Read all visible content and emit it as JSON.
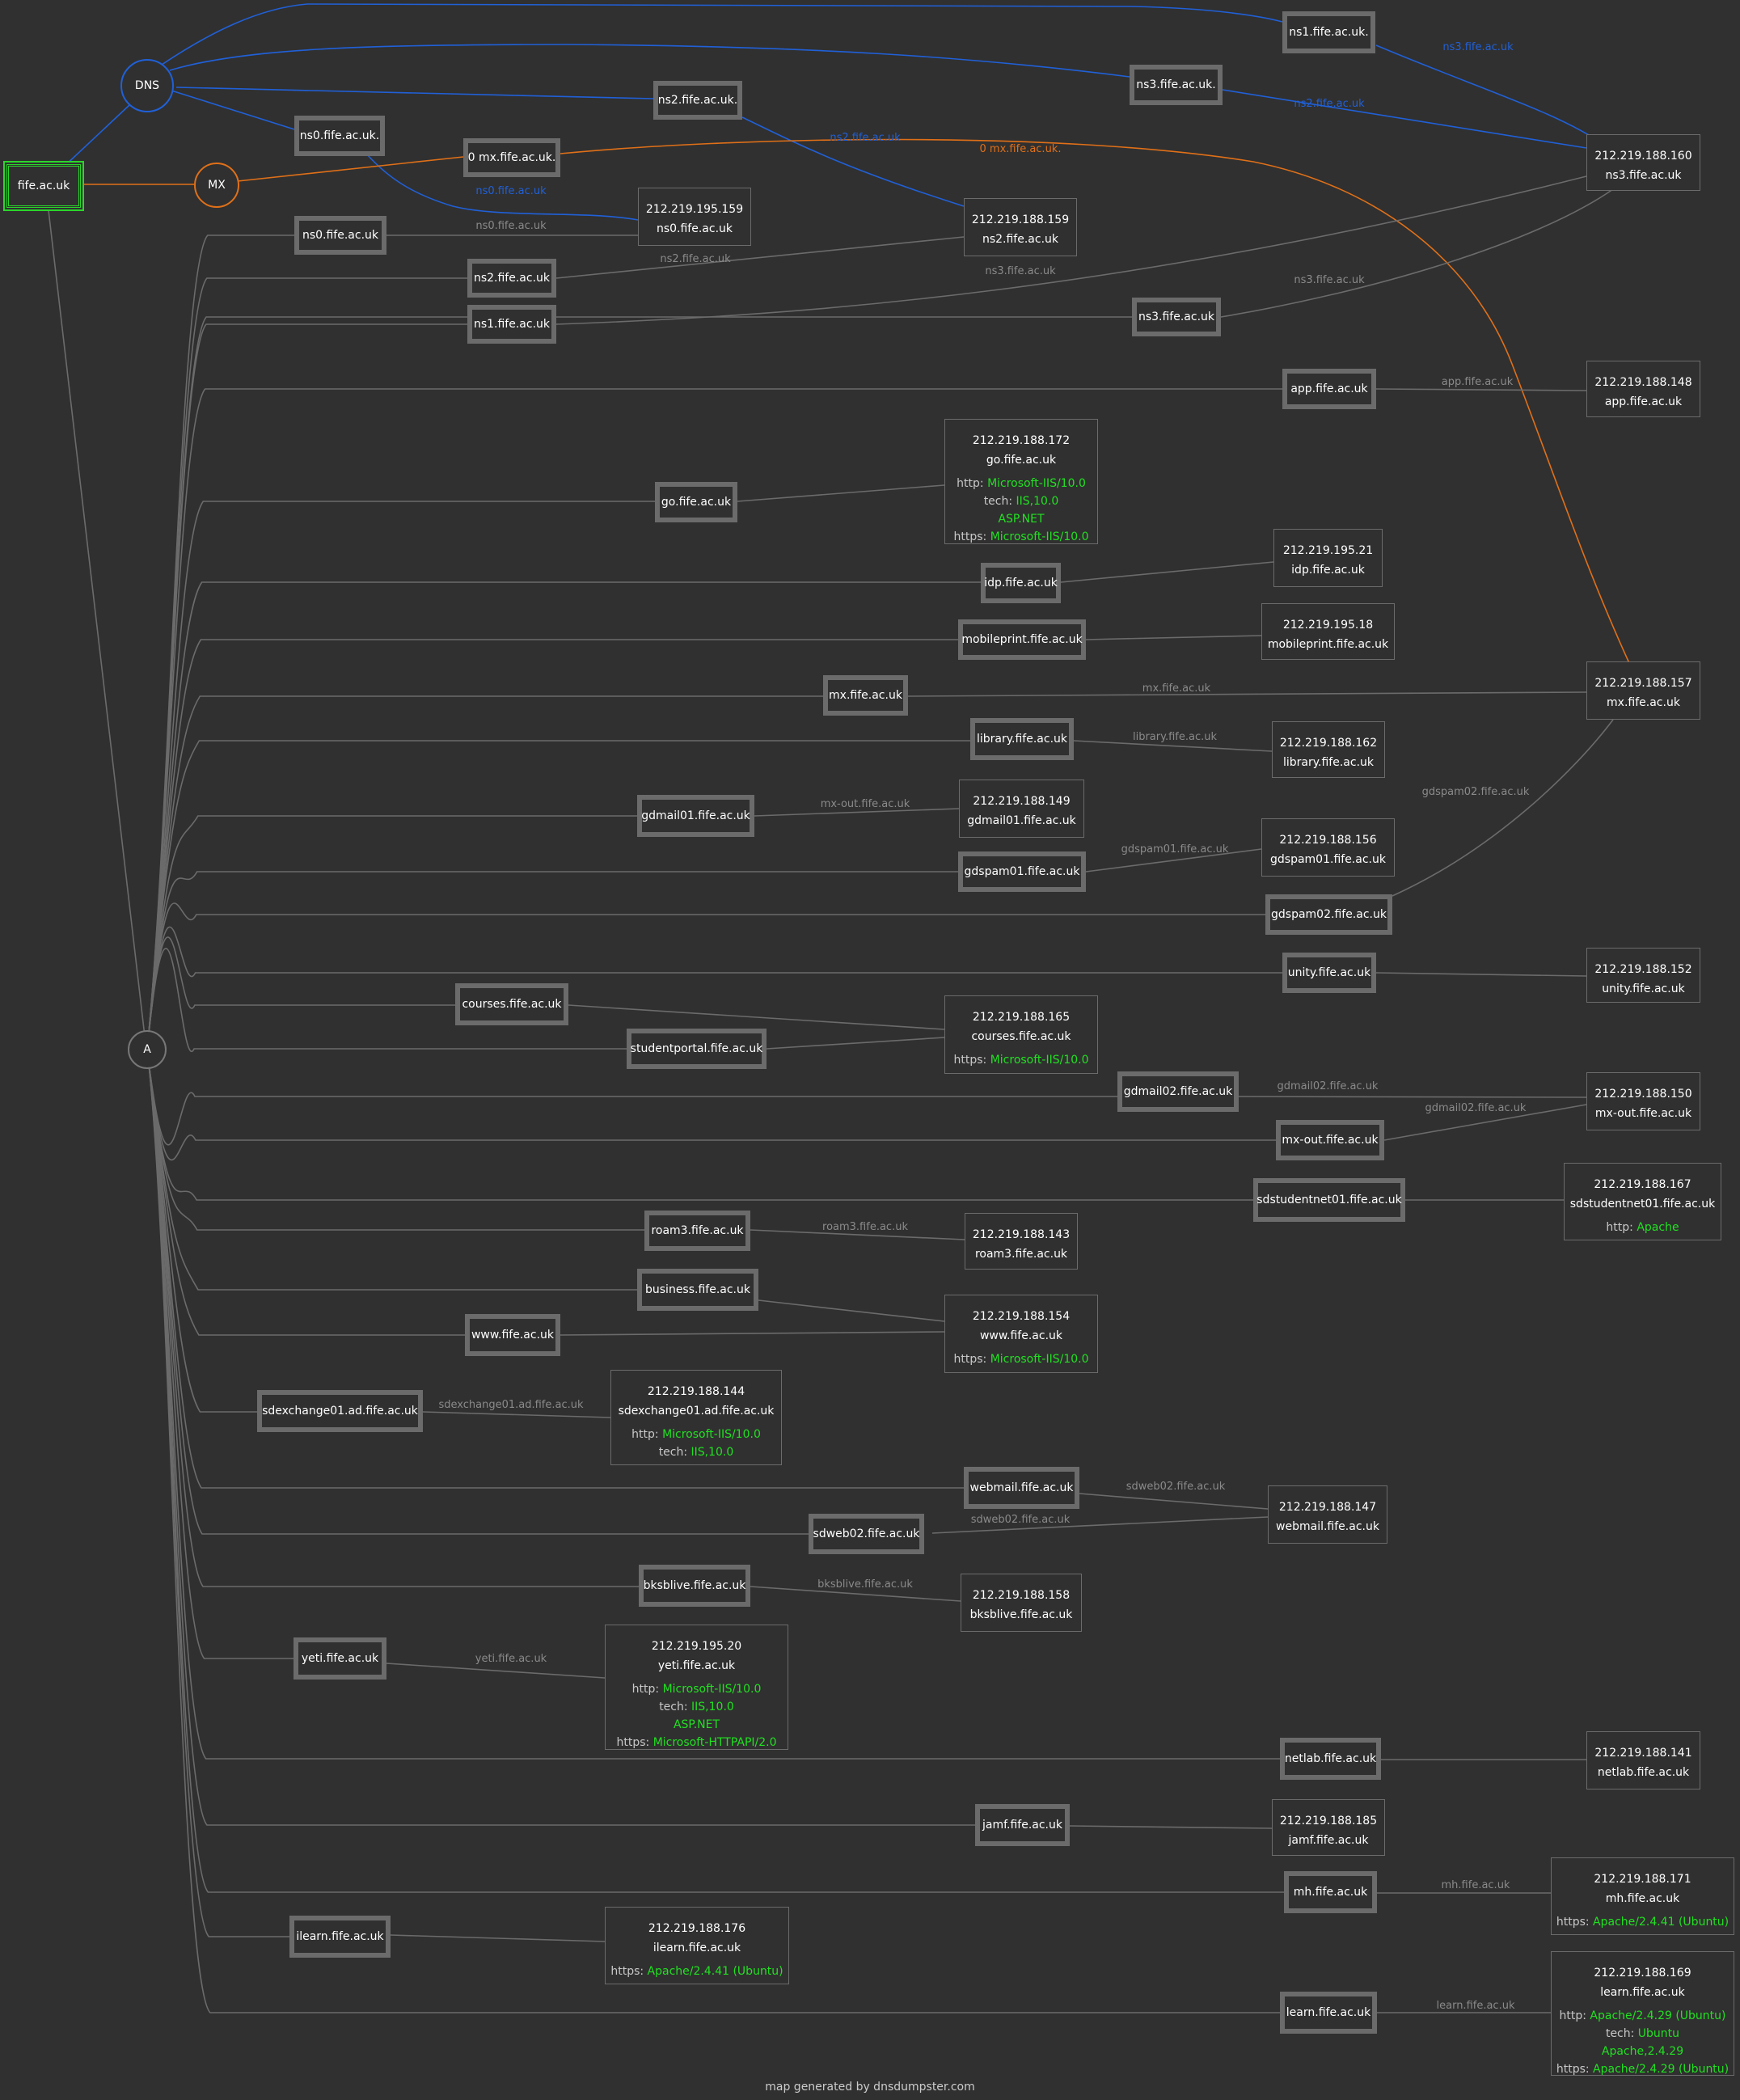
{
  "colors": {
    "background": "#303030",
    "a_edge": "#6b6b6b",
    "dns_edge": "#2060d8",
    "mx_edge": "#e07018",
    "root_border": "#2bd62b",
    "service_value": "#22e022"
  },
  "root": {
    "label": "fife.ac.uk"
  },
  "types": {
    "dns": "DNS",
    "mx": "MX",
    "a": "A"
  },
  "hosts": {
    "ns1dns": "ns1.fife.ac.uk.",
    "ns3dns": "ns3.fife.ac.uk.",
    "ns2dns": "ns2.fife.ac.uk.",
    "ns0dns": "ns0.fife.ac.uk.",
    "mx0": "0 mx.fife.ac.uk.",
    "ns0a": "ns0.fife.ac.uk",
    "ns2a": "ns2.fife.ac.uk",
    "ns1a": "ns1.fife.ac.uk",
    "ns3a": "ns3.fife.ac.uk",
    "app": "app.fife.ac.uk",
    "go": "go.fife.ac.uk",
    "idp": "idp.fife.ac.uk",
    "mobileprint": "mobileprint.fife.ac.uk",
    "mx": "mx.fife.ac.uk",
    "library": "library.fife.ac.uk",
    "gdmail01": "gdmail01.fife.ac.uk",
    "gdspam01": "gdspam01.fife.ac.uk",
    "gdspam02": "gdspam02.fife.ac.uk",
    "unity": "unity.fife.ac.uk",
    "courses": "courses.fife.ac.uk",
    "studentportal": "studentportal.fife.ac.uk",
    "gdmail02": "gdmail02.fife.ac.uk",
    "mxout": "mx-out.fife.ac.uk",
    "sdstudentnet01": "sdstudentnet01.fife.ac.uk",
    "roam3": "roam3.fife.ac.uk",
    "business": "business.fife.ac.uk",
    "www": "www.fife.ac.uk",
    "sdexchange01": "sdexchange01.ad.fife.ac.uk",
    "webmail": "webmail.fife.ac.uk",
    "sdweb02": "sdweb02.fife.ac.uk",
    "bksblive": "bksblive.fife.ac.uk",
    "yeti": "yeti.fife.ac.uk",
    "netlab": "netlab.fife.ac.uk",
    "jamf": "jamf.fife.ac.uk",
    "mh": "mh.fife.ac.uk",
    "ilearn": "ilearn.fife.ac.uk",
    "learn": "learn.fife.ac.uk"
  },
  "ips": {
    "ip160": {
      "ip": "212.219.188.160",
      "name": "ns3.fife.ac.uk"
    },
    "ip159b": {
      "ip": "212.219.195.159",
      "name": "ns0.fife.ac.uk"
    },
    "ip159a": {
      "ip": "212.219.188.159",
      "name": "ns2.fife.ac.uk"
    },
    "ip148": {
      "ip": "212.219.188.148",
      "name": "app.fife.ac.uk"
    },
    "ip172": {
      "ip": "212.219.188.172",
      "name": "go.fife.ac.uk",
      "services": [
        {
          "k": "http:",
          "v": [
            "Microsoft-IIS/10.0"
          ]
        },
        {
          "k": "tech:",
          "v": [
            "IIS,10.0",
            "ASP.NET"
          ]
        },
        {
          "k": "https:",
          "v": [
            "Microsoft-IIS/10.0"
          ]
        }
      ]
    },
    "ip21": {
      "ip": "212.219.195.21",
      "name": "idp.fife.ac.uk"
    },
    "ip18": {
      "ip": "212.219.195.18",
      "name": "mobileprint.fife.ac.uk"
    },
    "ip157": {
      "ip": "212.219.188.157",
      "name": "mx.fife.ac.uk"
    },
    "ip162": {
      "ip": "212.219.188.162",
      "name": "library.fife.ac.uk"
    },
    "ip149": {
      "ip": "212.219.188.149",
      "name": "gdmail01.fife.ac.uk"
    },
    "ip156": {
      "ip": "212.219.188.156",
      "name": "gdspam01.fife.ac.uk"
    },
    "ip152": {
      "ip": "212.219.188.152",
      "name": "unity.fife.ac.uk"
    },
    "ip165": {
      "ip": "212.219.188.165",
      "name": "courses.fife.ac.uk",
      "services": [
        {
          "k": "https:",
          "v": [
            "Microsoft-IIS/10.0"
          ]
        }
      ]
    },
    "ip150": {
      "ip": "212.219.188.150",
      "name": "mx-out.fife.ac.uk"
    },
    "ip167": {
      "ip": "212.219.188.167",
      "name": "sdstudentnet01.fife.ac.uk",
      "services": [
        {
          "k": "http:",
          "v": [
            "Apache"
          ]
        }
      ]
    },
    "ip143": {
      "ip": "212.219.188.143",
      "name": "roam3.fife.ac.uk"
    },
    "ip154": {
      "ip": "212.219.188.154",
      "name": "www.fife.ac.uk",
      "services": [
        {
          "k": "https:",
          "v": [
            "Microsoft-IIS/10.0"
          ]
        }
      ]
    },
    "ip144": {
      "ip": "212.219.188.144",
      "name": "sdexchange01.ad.fife.ac.uk",
      "services": [
        {
          "k": "http:",
          "v": [
            "Microsoft-IIS/10.0"
          ]
        },
        {
          "k": "tech:",
          "v": [
            "IIS,10.0"
          ]
        }
      ]
    },
    "ip147": {
      "ip": "212.219.188.147",
      "name": "webmail.fife.ac.uk"
    },
    "ip158": {
      "ip": "212.219.188.158",
      "name": "bksblive.fife.ac.uk"
    },
    "ip20": {
      "ip": "212.219.195.20",
      "name": "yeti.fife.ac.uk",
      "services": [
        {
          "k": "http:",
          "v": [
            "Microsoft-IIS/10.0"
          ]
        },
        {
          "k": "tech:",
          "v": [
            "IIS,10.0",
            "ASP.NET"
          ]
        },
        {
          "k": "https:",
          "v": [
            "Microsoft-HTTPAPI/2.0"
          ]
        }
      ]
    },
    "ip141": {
      "ip": "212.219.188.141",
      "name": "netlab.fife.ac.uk"
    },
    "ip185": {
      "ip": "212.219.188.185",
      "name": "jamf.fife.ac.uk"
    },
    "ip171": {
      "ip": "212.219.188.171",
      "name": "mh.fife.ac.uk",
      "services": [
        {
          "k": "https:",
          "v": [
            "Apache/2.4.41 (Ubuntu)"
          ]
        }
      ]
    },
    "ip176": {
      "ip": "212.219.188.176",
      "name": "ilearn.fife.ac.uk",
      "services": [
        {
          "k": "https:",
          "v": [
            "Apache/2.4.41 (Ubuntu)"
          ]
        }
      ]
    },
    "ip169": {
      "ip": "212.219.188.169",
      "name": "learn.fife.ac.uk",
      "services": [
        {
          "k": "http:",
          "v": [
            "Apache/2.4.29 (Ubuntu)"
          ]
        },
        {
          "k": "tech:",
          "v": [
            "Ubuntu",
            "Apache,2.4.29"
          ]
        },
        {
          "k": "https:",
          "v": [
            "Apache/2.4.29 (Ubuntu)"
          ]
        }
      ]
    }
  },
  "edge_labels": {
    "ns3blue": "ns3.fife.ac.uk",
    "ns2blue": "ns2.fife.ac.uk",
    "ns0blue": "ns0.fife.ac.uk",
    "mxorange": "0 mx.fife.ac.uk.",
    "ns0": "ns0.fife.ac.uk",
    "ns2": "ns2.fife.ac.uk",
    "ns3": "ns3.fife.ac.uk",
    "app": "app.fife.ac.uk",
    "mx": "mx.fife.ac.uk",
    "library": "library.fife.ac.uk",
    "mxout": "mx-out.fife.ac.uk",
    "gdspam01": "gdspam01.fife.ac.uk",
    "gdspam02": "gdspam02.fife.ac.uk",
    "gdmail02": "gdmail02.fife.ac.uk",
    "roam3": "roam3.fife.ac.uk",
    "sdexchange": "sdexchange01.ad.fife.ac.uk",
    "sdweb02": "sdweb02.fife.ac.uk",
    "bksblive": "bksblive.fife.ac.uk",
    "yeti": "yeti.fife.ac.uk",
    "mh": "mh.fife.ac.uk",
    "learn": "learn.fife.ac.uk"
  },
  "footer": "map generated by dnsdumpster.com"
}
